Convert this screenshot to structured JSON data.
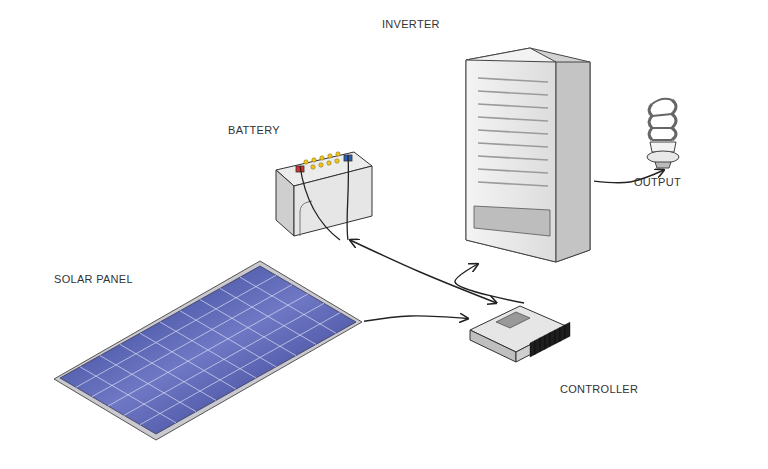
{
  "diagram": {
    "nodes": [
      {
        "text": [
          "INVERTER"
        ]
      },
      {
        "text": [
          "BATTERY"
        ]
      },
      {
        "text": [
          "OUTPUT"
        ]
      },
      {
        "text": [
          "SOLAR PANEL"
        ]
      },
      {
        "text": [
          "CONTROLLER"
        ]
      }
    ],
    "edges": [
      {
        "from": 3,
        "to": 4,
        "arrow": "to"
      },
      {
        "from": 4,
        "to": 1,
        "arrow": "both"
      },
      {
        "from": 4,
        "to": 0,
        "arrow": "to"
      },
      {
        "from": 0,
        "to": 2,
        "arrow": "to"
      }
    ]
  }
}
